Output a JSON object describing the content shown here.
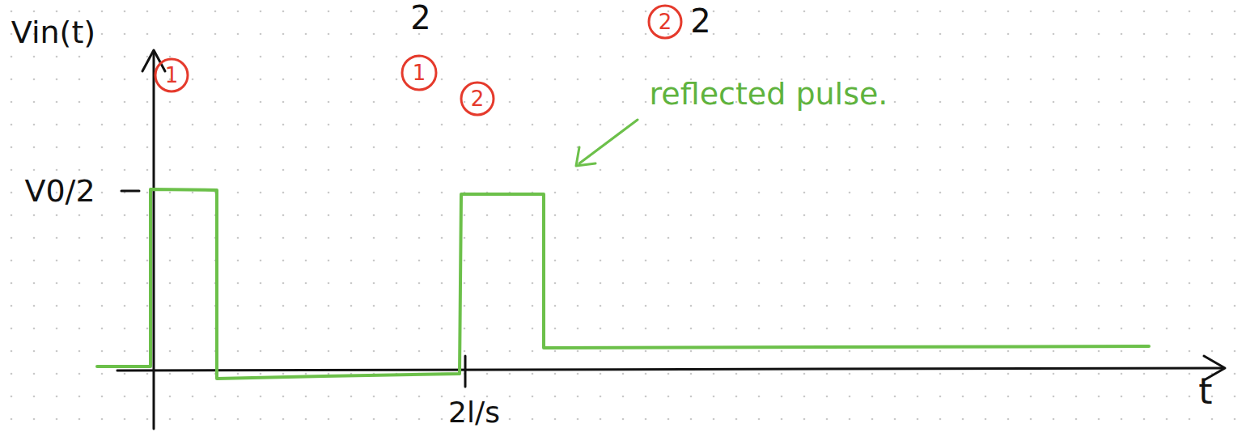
{
  "diagram": {
    "labels": [
      "2",
      "1",
      "2",
      "2",
      "Vin(t)",
      "1",
      "2",
      "reflected pulse.",
      "V0/2",
      "2l/s",
      "t"
    ]
  }
}
